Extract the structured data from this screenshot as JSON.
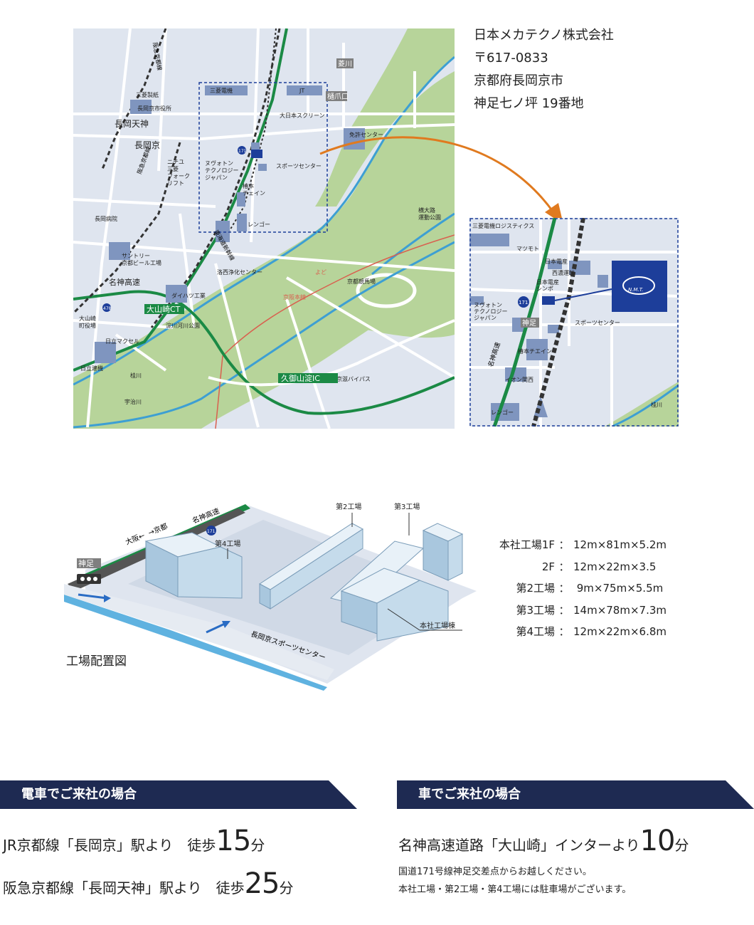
{
  "address": {
    "company": "日本メカテクノ株式会社",
    "postal": "〒617-0833",
    "city": "京都府長岡京市",
    "street": "神足七ノ坪 19番地"
  },
  "main_map": {
    "labels": {
      "hankyu_line": "阪急京都線",
      "mitsubishi_paper": "三菱製紙",
      "city_hall": "長岡京市役所",
      "nagaoka_tenjin": "長岡天神",
      "nagaokakyo": "長岡京",
      "nichiyu": "ニチユ\n三菱\nフォーク\nリフト",
      "hankyu_line2": "阪急京都線",
      "nagaoka_hospital": "長岡病院",
      "suntory": "サントリー\n京都ビール工場",
      "meishin_expressway": "名神高速",
      "route_478": "478",
      "oyamazaki_office": "大山崎\n町役場",
      "oyamazaki_ct": "大山崎CT",
      "daihatsu": "ダイハツ工業",
      "yodogawa_park": "淀川河川公園",
      "hitachi_maxell": "日立マクセル",
      "hitachi_kenki": "日立建機",
      "katsura_river": "桂川",
      "uji_river": "宇治川",
      "mitsubishi_electric": "三菱電機",
      "jt": "JT",
      "dainippon_screen": "大日本スクリーン",
      "route_171": "171",
      "nuvoton": "ヌヴォトン\nテクノロジー\nジャパン",
      "tsubakimoto": "椿本\nチエイン",
      "sports_center": "スポーツセンター",
      "rengo": "レンゴー",
      "tokaido_shinkansen": "東海道新幹線",
      "rakusai_center": "洛西浄化センター",
      "yodo": "よど",
      "keihan_line": "京阪本線",
      "kyoto_racecourse": "京都競馬場",
      "kuse_oyamazaki_ic": "久御山淀IC",
      "keiji_bypass": "京滋バイパス",
      "hishikawa": "菱川",
      "hizumeguchi": "樋爪口",
      "license_center": "免許センター",
      "yokooji_park": "横大路\n運動公園"
    }
  },
  "detail_map": {
    "labels": {
      "mitsubishi_logistics": "三菱電機ロジスティクス",
      "matsumoto": "マツモト",
      "nihon_densan": "日本電産",
      "seino": "西濃運輸",
      "nihon_densan_shimpo": "日本電産\nシンポ",
      "route_171": "171",
      "nuvoton": "ヌヴォトン\nテクノロジー\nジャパン",
      "kotari": "神足",
      "sports_center": "スポーツセンター",
      "meishin_expressway": "名神高速",
      "tsubakimoto": "椿本チエイン",
      "aeon": "イオン関西",
      "rengo": "レンゴー",
      "katsura_river": "桂川",
      "logo": "N.M.T."
    }
  },
  "layout": {
    "title": "工場配置図",
    "labels": {
      "osaka": "大阪←",
      "kyoto": "→京都",
      "meishin": "名神高速",
      "route_171": "171",
      "kotari": "神足",
      "factory4": "第4工場",
      "factory2": "第2工場",
      "factory3": "第3工場",
      "main_factory": "本社工場棟",
      "sports_center": "長岡京スポーツセンター"
    },
    "dimensions": [
      {
        "name": "本社工場1F",
        "sep": "：",
        "value": "12m×81m×5.2m"
      },
      {
        "name": "2F",
        "sep": "：",
        "value": "12m×22m×3.5"
      },
      {
        "name": "第2工場",
        "sep": "：",
        "value": " 9m×75m×5.5m"
      },
      {
        "name": "第3工場",
        "sep": "：",
        "value": "14m×78m×7.3m"
      },
      {
        "name": "第4工場",
        "sep": "：",
        "value": "12m×22m×6.8m"
      }
    ]
  },
  "access": {
    "train": {
      "heading": "電車でご来社の場合",
      "line1_prefix": "JR京都線「長岡京」駅より　徒歩",
      "line1_minutes": "15",
      "line1_unit": "分",
      "line2_prefix": "阪急京都線「長岡天神」駅より　徒歩",
      "line2_minutes": "25",
      "line2_unit": "分"
    },
    "car": {
      "heading": "車でご来社の場合",
      "line1_prefix": "名神高速道路「大山崎」インターより",
      "line1_minutes": "10",
      "line1_unit": "分",
      "note1": "国道171号線神足交差点からお越しください。",
      "note2": "本社工場・第2工場・第4工場には駐車場がございます。"
    }
  },
  "colors": {
    "map_bg": "#dfe5ef",
    "green_area": "#b7d49a",
    "river": "#3d9fd3",
    "road_green": "#1b8a45",
    "road_white": "#ffffff",
    "rail": "#333333",
    "building": "#7f95bf",
    "highlight_blue": "#1d3e9a",
    "arrow_orange": "#e07a1f",
    "banner_navy": "#1e2a52",
    "keihan_red": "#d9604f"
  }
}
